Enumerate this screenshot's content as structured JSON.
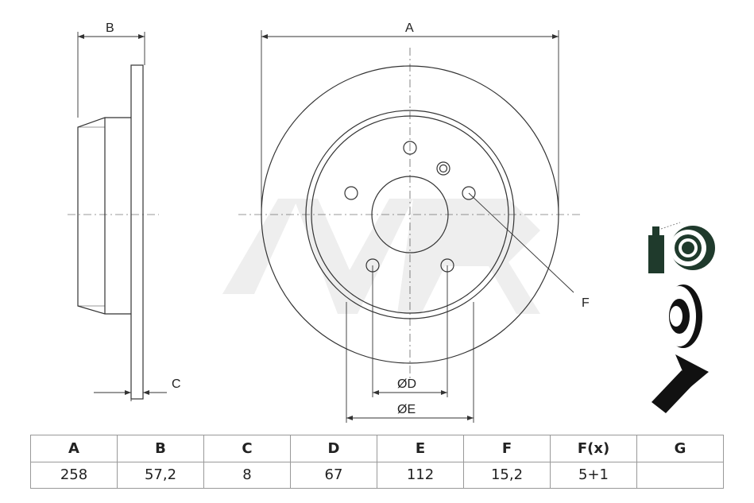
{
  "drawing": {
    "labels": {
      "A": "A",
      "B": "B",
      "C": "C",
      "D": "ØD",
      "E": "ØE",
      "F": "F"
    },
    "icons": [
      "spray-cleaning-icon",
      "brake-disc-icon",
      "countersunk-screw-icon"
    ]
  },
  "table": {
    "headers": [
      "A",
      "B",
      "C",
      "D",
      "E",
      "F",
      "F(x)",
      "G"
    ],
    "values": [
      "258",
      "57,2",
      "8",
      "67",
      "112",
      "15,2",
      "5+1",
      ""
    ]
  }
}
